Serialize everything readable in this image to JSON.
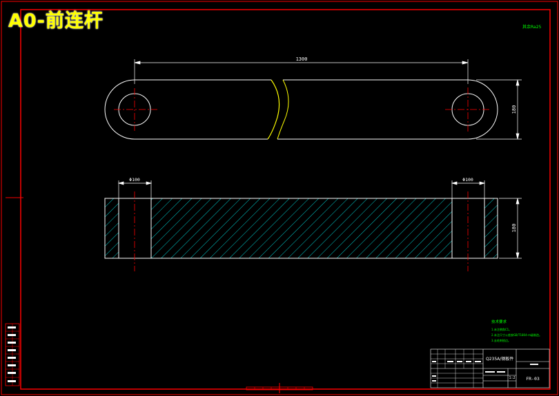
{
  "title": "A0-前连杆",
  "top_right_note": "其余Ra25",
  "dimensions": {
    "length": "1300",
    "width_top": "180",
    "hole_left": "Φ100",
    "hole_right": "Φ100",
    "thickness": "180"
  },
  "tech_requirements": {
    "heading": "技术要求",
    "lines": [
      "1.未注倒角C1。",
      "2.未注尺寸公差按GB/T1804-m级制造。",
      "3.去毛刺锐边。"
    ]
  },
  "title_block": {
    "material": "Q235A/钢板件",
    "drawing_number": "FR-03",
    "scale": "1:2"
  },
  "colors": {
    "border": "#ff0000",
    "outline": "#ffffff",
    "hatch": "#00cccc",
    "centerline": "#ff0000",
    "break_line": "#ffff00",
    "note": "#00ff00"
  }
}
